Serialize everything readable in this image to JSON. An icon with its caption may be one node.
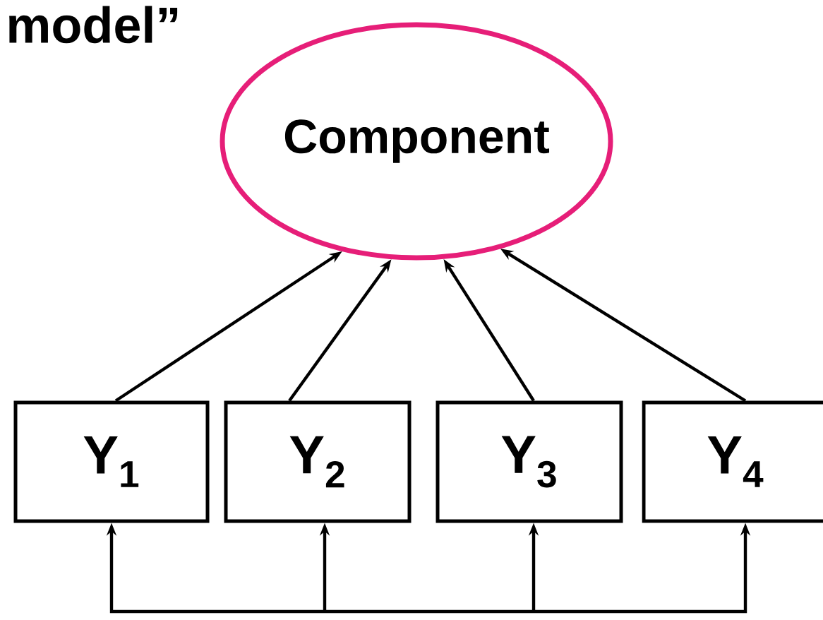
{
  "diagram": {
    "title": "model”",
    "nodes": [
      {
        "text": [
          "Component"
        ]
      },
      {
        "text": [
          "Y$_{1}$"
        ]
      },
      {
        "text": [
          "Y$_{2}$"
        ]
      },
      {
        "text": [
          "Y$_{3}$"
        ]
      },
      {
        "text": [
          "Y$_{4}$"
        ]
      }
    ],
    "edges": [
      {
        "from": 1,
        "to": 0,
        "arrow": "to"
      },
      {
        "from": 2,
        "to": 0,
        "arrow": "to"
      },
      {
        "from": 3,
        "to": 0,
        "arrow": "to"
      },
      {
        "from": 4,
        "to": 0,
        "arrow": "to"
      },
      {
        "from": 1,
        "to": 2,
        "arrow": "both"
      },
      {
        "from": 2,
        "to": 3,
        "arrow": "both"
      },
      {
        "from": 3,
        "to": 4,
        "arrow": "both"
      }
    ]
  }
}
